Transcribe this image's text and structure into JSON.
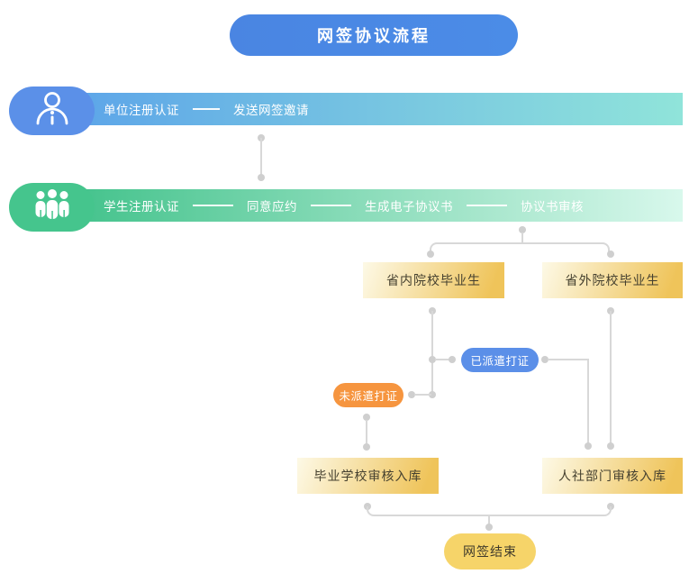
{
  "title": "网签协议流程",
  "lanes": [
    {
      "id": "employer",
      "icon": "person-icon",
      "steps": [
        "单位注册认证",
        "发送网签邀请"
      ]
    },
    {
      "id": "student",
      "icon": "group-icon",
      "steps": [
        "学生注册认证",
        "同意应约",
        "生成电子协议书",
        "协议书审核"
      ]
    }
  ],
  "nodes": {
    "province_inside": "省内院校毕业生",
    "province_outside": "省外院校毕业生",
    "dispatched": "已派遣打证",
    "undispatched": "未派遣打证",
    "school_audit": "毕业学校审核入库",
    "hr_audit": "人社部门审核入库",
    "finish": "网签结束"
  },
  "colors": {
    "title_blue": "#4a87e3",
    "badge_blue": "#5b90e8",
    "badge_green": "#45c58d",
    "bar_employer_gradient": [
      "#5ba3e9",
      "#90e4da"
    ],
    "bar_student_gradient": [
      "#3fc189",
      "#d8f8ec"
    ],
    "box_yellow_gradient": [
      "#fdf9e6",
      "#efc45a"
    ],
    "pill_blue": "#5b8fe8",
    "pill_orange": "#f6953f",
    "pill_yellow": "#f6d469",
    "connector_gray": "#d8d8d8"
  }
}
